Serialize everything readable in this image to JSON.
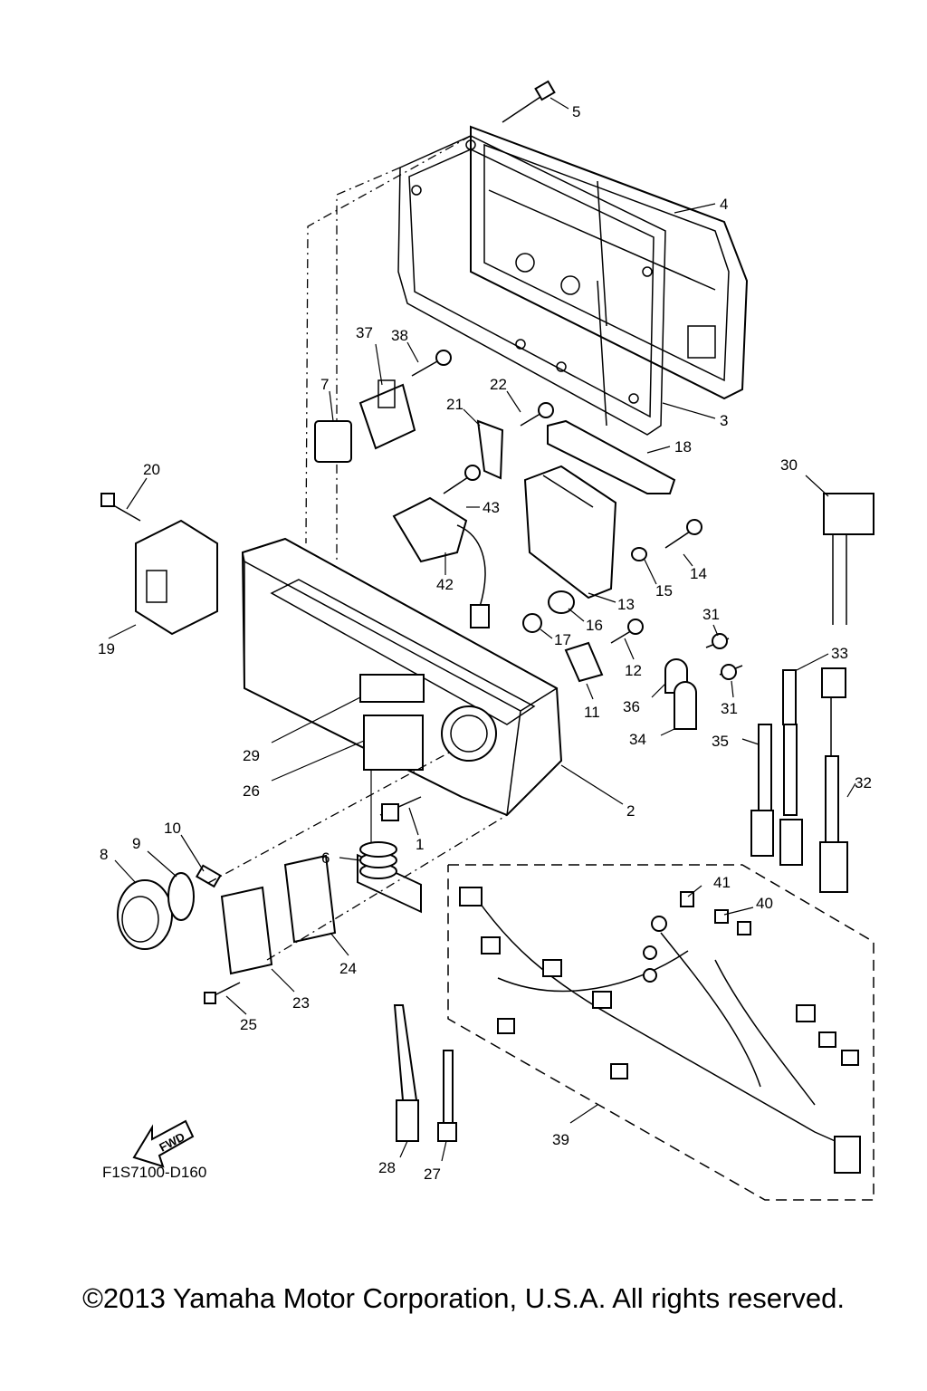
{
  "diagram_code": "F1S7100-D160",
  "fwd_label": "FWD",
  "copyright": "©2013 Yamaha Motor Corporation, U.S.A. All rights reserved.",
  "part_labels": {
    "p1": "1",
    "p2": "2",
    "p3": "3",
    "p4": "4",
    "p5": "5",
    "p6": "6",
    "p7": "7",
    "p8": "8",
    "p9": "9",
    "p10": "10",
    "p11": "11",
    "p12": "12",
    "p13": "13",
    "p14": "14",
    "p15": "15",
    "p16": "16",
    "p17": "17",
    "p18": "18",
    "p19": "19",
    "p20": "20",
    "p21": "21",
    "p22": "22",
    "p23": "23",
    "p24": "24",
    "p25": "25",
    "p26": "26",
    "p27": "27",
    "p28": "28",
    "p29": "29",
    "p30": "30",
    "p31a": "31",
    "p31b": "31",
    "p32": "32",
    "p33": "33",
    "p34": "34",
    "p35": "35",
    "p36": "36",
    "p37": "37",
    "p38": "38",
    "p39": "39",
    "p40": "40",
    "p41": "41",
    "p42": "42",
    "p43": "43"
  }
}
